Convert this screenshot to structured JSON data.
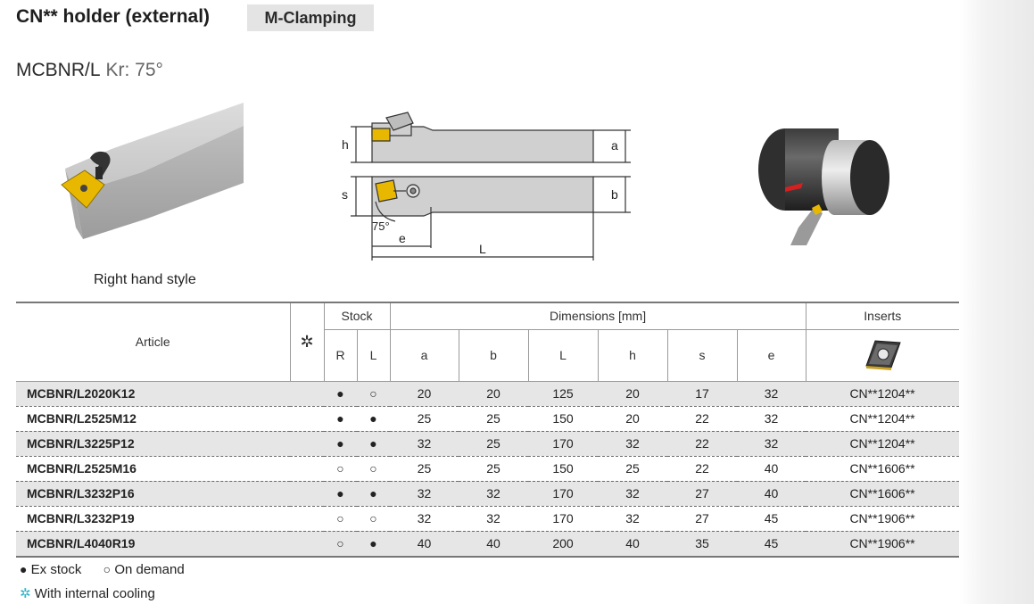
{
  "header": {
    "title": "CN** holder (external)",
    "badge": "M-Clamping"
  },
  "product": {
    "model": "MCBNR/L",
    "angle": "Kr: 75°"
  },
  "figures": {
    "caption": "Right hand style",
    "dims": {
      "h": "h",
      "a": "a",
      "s": "s",
      "b": "b",
      "angle": "75°",
      "e": "e",
      "L": "L"
    }
  },
  "table": {
    "headers": {
      "article": "Article",
      "cooling": "✲",
      "stock": "Stock",
      "r": "R",
      "l": "L",
      "dimensions": "Dimensions [mm]",
      "inserts": "Inserts",
      "a": "a",
      "b": "b",
      "L": "L",
      "h": "h",
      "s": "s",
      "e": "e"
    },
    "rows": [
      {
        "article": "MCBNR/L2020K12",
        "cooling": "",
        "r": "●",
        "l": "○",
        "a": "20",
        "b": "20",
        "L": "125",
        "h": "20",
        "s": "17",
        "e": "32",
        "insert": "CN**1204**"
      },
      {
        "article": "MCBNR/L2525M12",
        "cooling": "",
        "r": "●",
        "l": "●",
        "a": "25",
        "b": "25",
        "L": "150",
        "h": "20",
        "s": "22",
        "e": "32",
        "insert": "CN**1204**"
      },
      {
        "article": "MCBNR/L3225P12",
        "cooling": "",
        "r": "●",
        "l": "●",
        "a": "32",
        "b": "25",
        "L": "170",
        "h": "32",
        "s": "22",
        "e": "32",
        "insert": "CN**1204**"
      },
      {
        "article": "MCBNR/L2525M16",
        "cooling": "",
        "r": "○",
        "l": "○",
        "a": "25",
        "b": "25",
        "L": "150",
        "h": "25",
        "s": "22",
        "e": "40",
        "insert": "CN**1606**"
      },
      {
        "article": "MCBNR/L3232P16",
        "cooling": "",
        "r": "●",
        "l": "●",
        "a": "32",
        "b": "32",
        "L": "170",
        "h": "32",
        "s": "27",
        "e": "40",
        "insert": "CN**1606**"
      },
      {
        "article": "MCBNR/L3232P19",
        "cooling": "",
        "r": "○",
        "l": "○",
        "a": "32",
        "b": "32",
        "L": "170",
        "h": "32",
        "s": "27",
        "e": "45",
        "insert": "CN**1906**"
      },
      {
        "article": "MCBNR/L4040R19",
        "cooling": "",
        "r": "○",
        "l": "●",
        "a": "40",
        "b": "40",
        "L": "200",
        "h": "40",
        "s": "35",
        "e": "45",
        "insert": "CN**1906**"
      }
    ]
  },
  "legend": {
    "ex_stock_symbol": "●",
    "ex_stock": "Ex stock",
    "on_demand_symbol": "○",
    "on_demand": "On demand",
    "cooling_symbol": "✲",
    "cooling": "With internal cooling"
  },
  "colors": {
    "insert_gold": "#e6b800",
    "cooling_accent": "#2eb5c9",
    "row_shade": "#e6e6e6"
  }
}
